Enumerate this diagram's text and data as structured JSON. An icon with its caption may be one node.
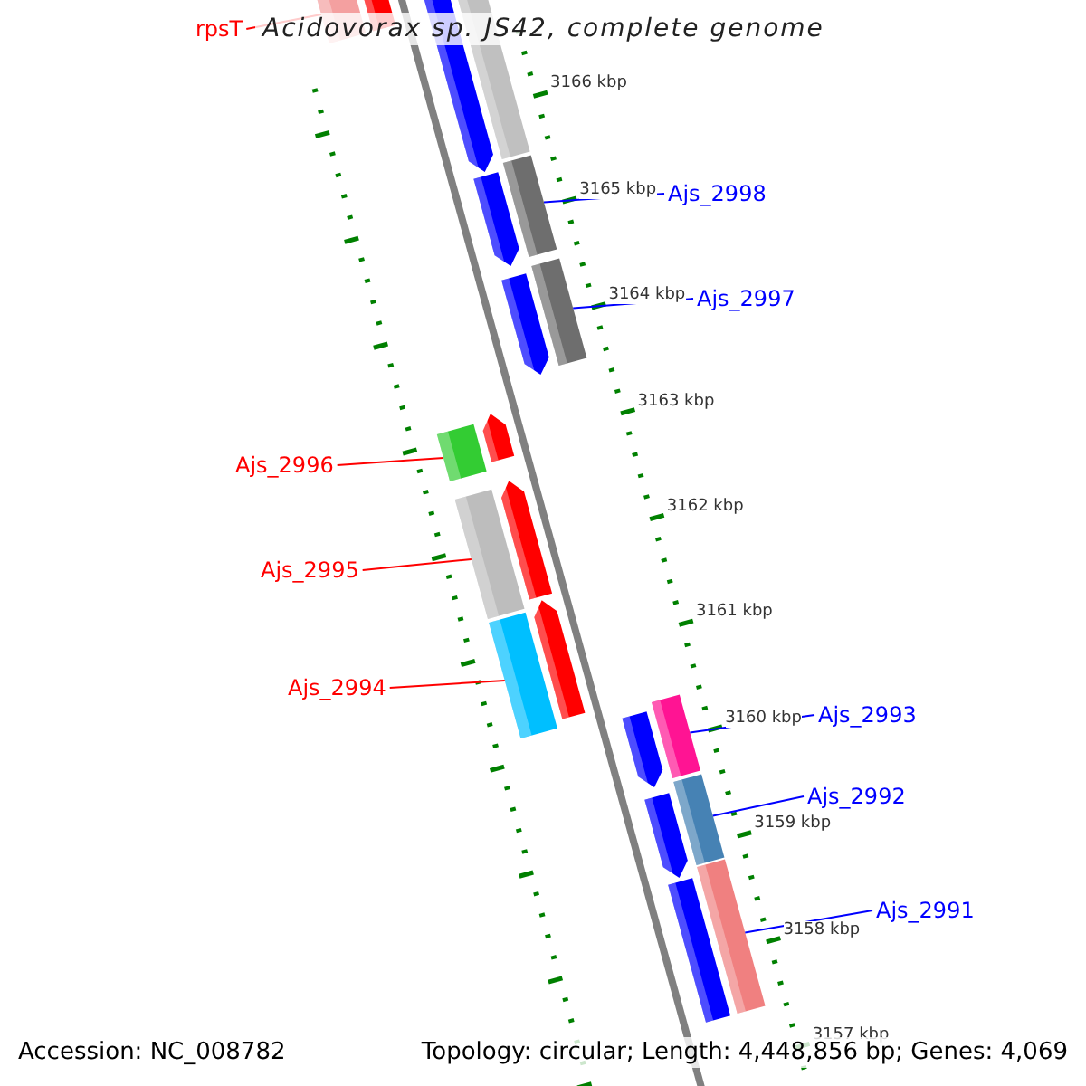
{
  "diagram": {
    "title": "Acidovorax sp. JS42, complete genome",
    "nodes": [
      {
        "text": [
          "rpsT"
        ]
      },
      {
        "text": [],
        "shape": "bar"
      },
      {
        "text": [
          "Ajs_2998"
        ]
      },
      {
        "text": [],
        "shape": "bar"
      },
      {
        "text": [
          "Ajs_2997"
        ]
      },
      {
        "text": [],
        "shape": "bar"
      },
      {
        "text": [
          "Ajs_2996"
        ]
      },
      {
        "text": [],
        "shape": "bar"
      },
      {
        "text": [
          "Ajs_2995"
        ]
      },
      {
        "text": [],
        "shape": "bar"
      },
      {
        "text": [
          "Ajs_2994"
        ]
      },
      {
        "text": [],
        "shape": "bar"
      },
      {
        "text": [
          "Ajs_2993"
        ]
      },
      {
        "text": [],
        "shape": "bar"
      },
      {
        "text": [
          "Ajs_2992"
        ]
      },
      {
        "text": [],
        "shape": "bar"
      },
      {
        "text": [
          "Ajs_2991"
        ]
      },
      {
        "text": [],
        "shape": "bar"
      }
    ],
    "edges": [
      {
        "from": 0,
        "to": 1,
        "arrow": "none",
        "color": "#ff0000"
      },
      {
        "from": 2,
        "to": 3,
        "arrow": "none"
      },
      {
        "from": 4,
        "to": 5,
        "arrow": "none"
      },
      {
        "from": 6,
        "to": 7,
        "arrow": "none",
        "color": "#ff0000"
      },
      {
        "from": 8,
        "to": 9,
        "arrow": "none",
        "color": "#ff0000"
      },
      {
        "from": 10,
        "to": 11,
        "arrow": "none",
        "color": "#ff0000"
      },
      {
        "from": 12,
        "to": 13,
        "arrow": "none"
      },
      {
        "from": 14,
        "to": 15,
        "arrow": "none"
      },
      {
        "from": 16,
        "to": 17,
        "arrow": "none"
      }
    ],
    "labels": [
      "3166 kbp",
      "3165 kbp",
      "3164 kbp",
      "3163 kbp",
      "3162 kbp",
      "3161 kbp",
      "3160 kbp",
      "3159 kbp",
      "3158 kbp",
      "3157 kbp",
      "Accession: NC_008782",
      "Topology: circular; Length: 4,448,856 bp; Genes: 4,069"
    ]
  }
}
